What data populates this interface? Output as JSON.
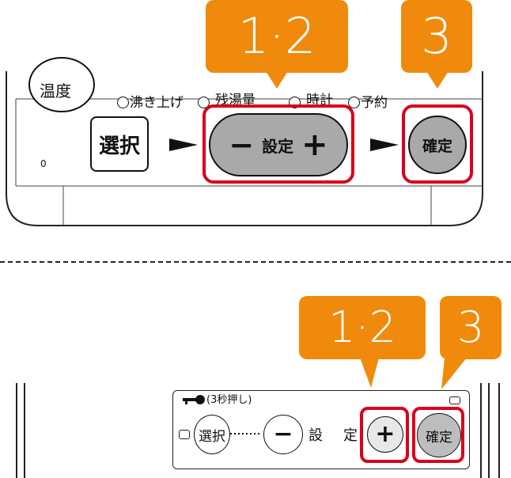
{
  "top_panel": {
    "callout_left": "1·2",
    "callout_right": "3",
    "temp_label": "温度",
    "modes": [
      "沸き上げ",
      "残湯量",
      "時計",
      "予約"
    ],
    "select_button": "選択",
    "minus_symbol": "−",
    "set_label": "設定",
    "plus_symbol": "+",
    "confirm_button": "確定",
    "indicator_zero": "0"
  },
  "bottom_panel": {
    "callout_left": "1·2",
    "callout_right": "3",
    "lock_hint": "(3秒押し)",
    "select_button": "選択",
    "minus_symbol": "−",
    "set_label_1": "設",
    "set_label_2": "定",
    "plus_symbol": "+",
    "confirm_button": "確定"
  },
  "colors": {
    "callout": "#f08a0c",
    "highlight": "#d9001b",
    "button_fill": "#a9a9a9"
  }
}
